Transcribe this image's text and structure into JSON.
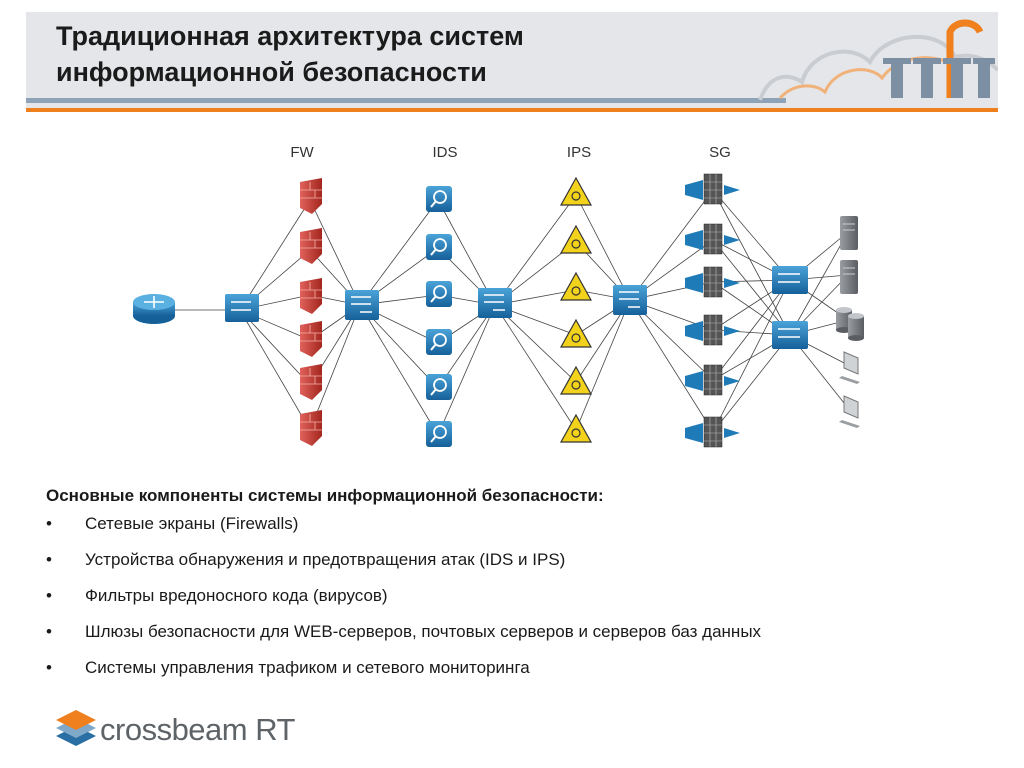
{
  "title": {
    "line1": "Традиционная архитектура систем",
    "line2": "информационной безопасности"
  },
  "diagram": {
    "columns": [
      "FW",
      "IDS",
      "IPS",
      "SG"
    ],
    "nodes": {
      "router": "router-icon",
      "switch": "switch-icon",
      "firewall": "firewall-brick-icon",
      "ids": "magnifier-search-icon",
      "ips": "biohazard-warning-icon",
      "sg": "gateway-mesh-icon",
      "server": "server-icon",
      "database": "database-icon",
      "workstation": "workstation-icon"
    },
    "colors": {
      "device_blue": "#1e7bb8",
      "firewall_red": "#c0392b",
      "ips_yellow": "#f2d21b"
    }
  },
  "content": {
    "heading": "Основные компоненты системы информационной безопасности:",
    "bullet_symbol": "•",
    "items": [
      "Сетевые экраны (Firewalls)",
      "Устройства обнаружения и предотвращения атак (IDS и IPS)",
      "Фильтры вредоносного кода (вирусов)",
      "Шлюзы безопасности для WEB-серверов, почтовых серверов и серверов баз данных",
      "Системы управления трафиком и сетевого мониторинга"
    ]
  },
  "logo": {
    "text": "crossbeam RT"
  }
}
